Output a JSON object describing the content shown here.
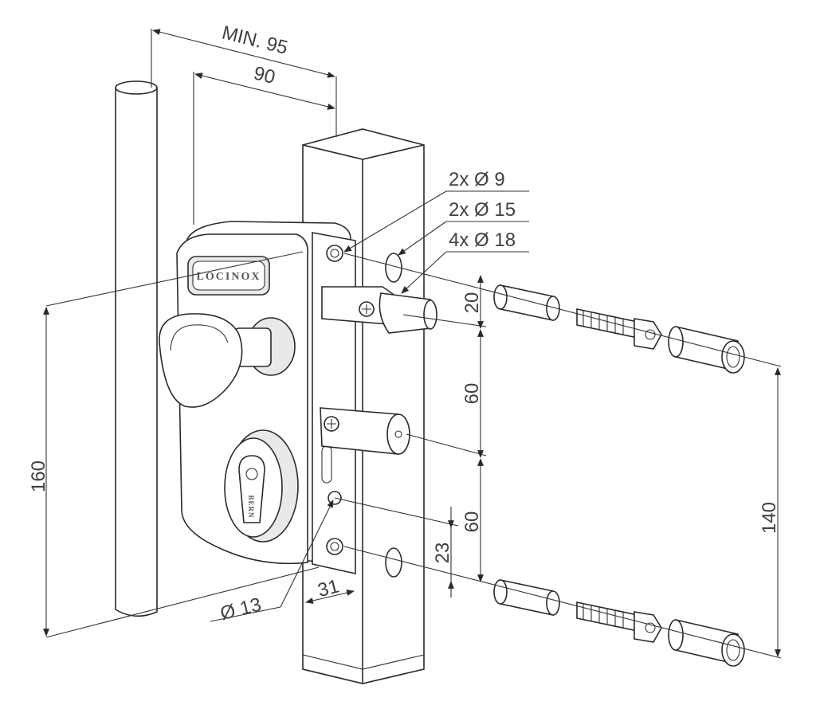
{
  "title": "",
  "brand": {
    "text": "LOCINOX"
  },
  "cylinder_marking": {
    "text": "BERN"
  },
  "dimensions": {
    "min_width": "MIN. 95",
    "width": "90",
    "hole_9": "2x Ø 9",
    "hole_15": "2x Ø 15",
    "hole_18": "4x Ø 18",
    "spacing_top": "20",
    "spacing_mid": "60",
    "spacing_low": "60",
    "height_total": "160",
    "height_bolts": "140",
    "offset_23": "23",
    "offset_31": "31",
    "diameter_13": "Ø 13"
  },
  "colors": {
    "line": "#2a2a2a",
    "text": "#404040",
    "background": "#ffffff"
  }
}
